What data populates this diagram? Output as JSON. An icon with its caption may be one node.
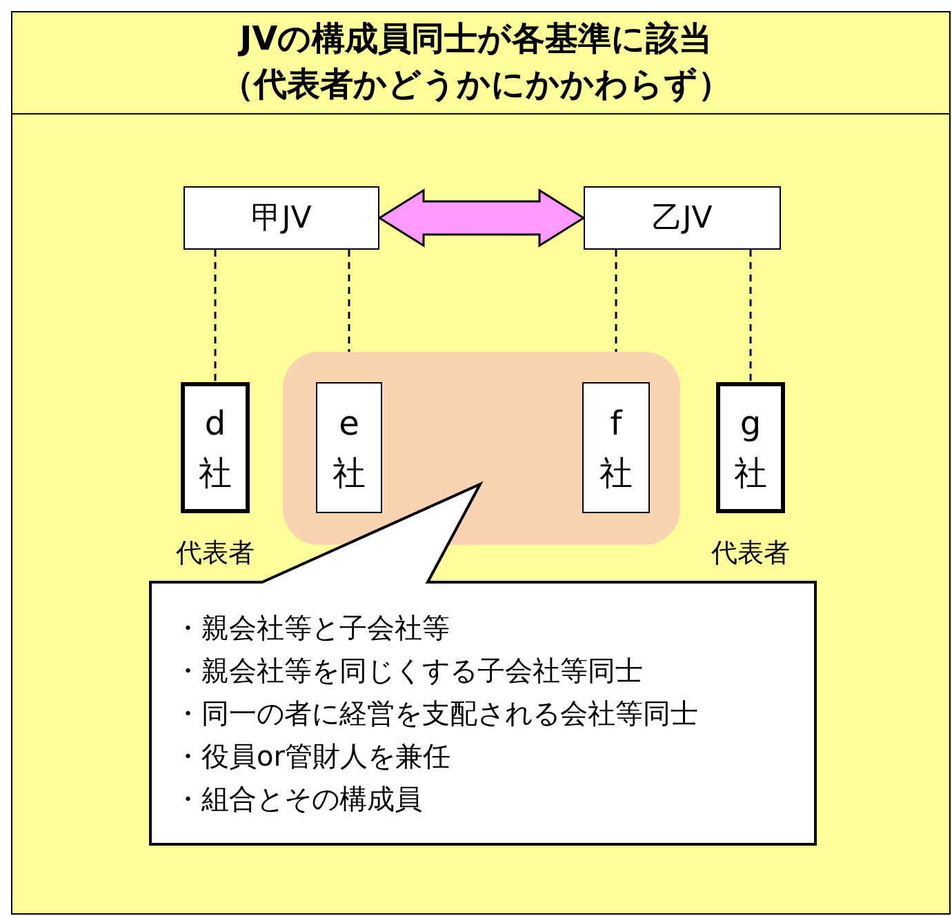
{
  "diagram": {
    "title": "JVの構成員同士が各基準に該当（代表者かどうかにかかわらず）",
    "nodes": [
      {
        "text": [
          "甲JV"
        ]
      },
      {
        "text": [
          "乙JV"
        ]
      },
      {
        "text": [
          "d社"
        ]
      },
      {
        "text": [],
        "shape": "box"
      },
      {
        "text": [
          "e社"
        ],
        "in": 3
      },
      {
        "text": [
          "f社"
        ],
        "in": 3
      },
      {
        "text": [
          "g社"
        ]
      },
      {
        "text": [
          "・親会社等と子会社等",
          "・親会社等を同じくする子会社等同士",
          "・同一の者に経営を支配される会社等同士",
          "・役員or管財人を兼任",
          "・組合とその構成員"
        ]
      }
    ],
    "edges": [
      {
        "from": 0,
        "to": 1,
        "arrow": "both",
        "style": "thick",
        "color": "#ff99ff"
      },
      {
        "from": 0,
        "to": 2,
        "arrow": "none",
        "style": "dashed"
      },
      {
        "from": 0,
        "to": 4,
        "arrow": "none",
        "style": "dashed"
      },
      {
        "from": 1,
        "to": 5,
        "arrow": "none",
        "style": "dashed"
      },
      {
        "from": 1,
        "to": 6,
        "arrow": "none",
        "style": "dashed"
      }
    ],
    "labels": [
      "代表者",
      "代表者"
    ]
  }
}
